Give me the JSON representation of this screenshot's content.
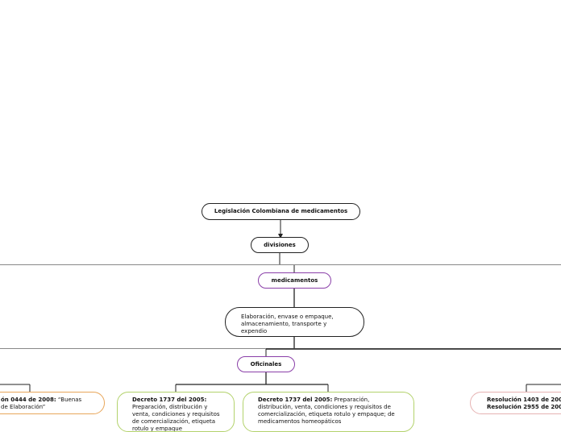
{
  "map": {
    "root": "Legislación Colombiana de medicamentos",
    "divisions": "divisiones",
    "medicamentos": "medicamentos",
    "scope": "Elaboración, envase o empaque, almacenamiento, transporte y expendio",
    "oficinales": "Oficinales",
    "leaves": [
      {
        "title": "ón 0444 de 2008:",
        "text": " “Buenas",
        "text2": "de Elaboración”"
      },
      {
        "title": "Decreto 1737 del 2005:",
        "text": "Preparación, distribución y venta, condiciones y requisitos de comercialización, etiqueta rotulo y empaque"
      },
      {
        "title": "Decreto 1737 del 2005:",
        "text": " Preparación, distribución, venta, condiciones y requisitos de comercialización, etiqueta rotulo y empaque; de medicamentos homeopáticos"
      },
      {
        "title": "Resolución 1403 de 200",
        "title2": "Resolución 2955 de 200"
      }
    ]
  },
  "colors": {
    "line": "#222222",
    "band": "#888888",
    "purple": "#8a3fa8",
    "orange": "#e8a65a",
    "green": "#b3d26c",
    "pink": "#e6b3b3"
  }
}
